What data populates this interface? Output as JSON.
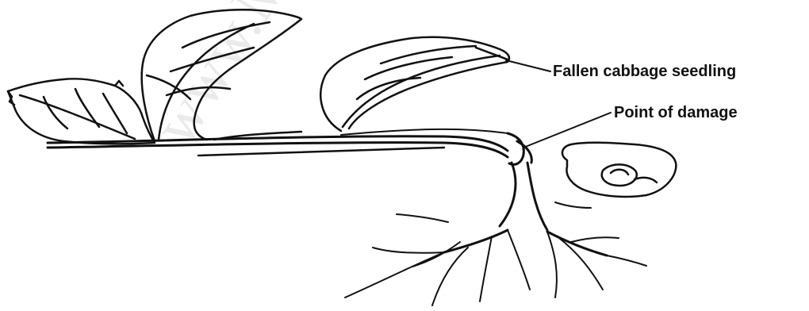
{
  "labels": {
    "fallen_seedling": "Fallen cabbage seedling",
    "point_of_damage": "Point of damage"
  },
  "watermark": "www.Many",
  "colors": {
    "ink": "#111111",
    "background": "#ffffff"
  }
}
